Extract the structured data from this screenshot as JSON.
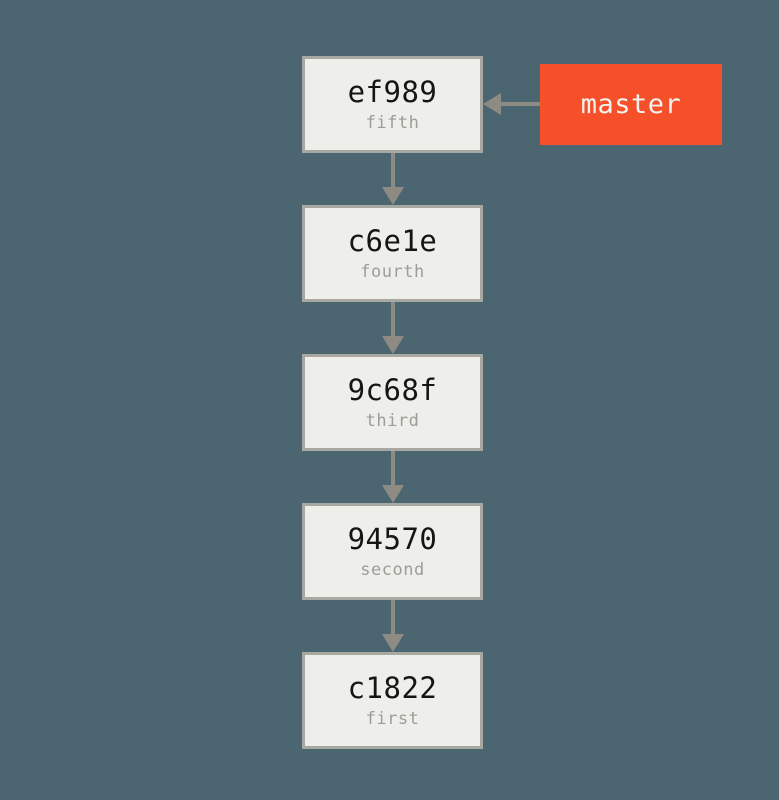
{
  "diagram": {
    "title": "git commit history with branch pointer",
    "background_color": "#4b6670",
    "node_fill_color": "#eeeeea",
    "node_border_color": "#a8a8a2",
    "arrow_color": "#8d8b84",
    "branch_color": "#f5502a",
    "hash_text_color": "#151515",
    "message_text_color": "#9d9d98"
  },
  "commits": [
    {
      "hash": "ef989",
      "message": "fifth"
    },
    {
      "hash": "c6e1e",
      "message": "fourth"
    },
    {
      "hash": "9c68f",
      "message": "third"
    },
    {
      "hash": "94570",
      "message": "second"
    },
    {
      "hash": "c1822",
      "message": "first"
    }
  ],
  "branches": [
    {
      "name": "master",
      "points_to": "ef989"
    }
  ]
}
